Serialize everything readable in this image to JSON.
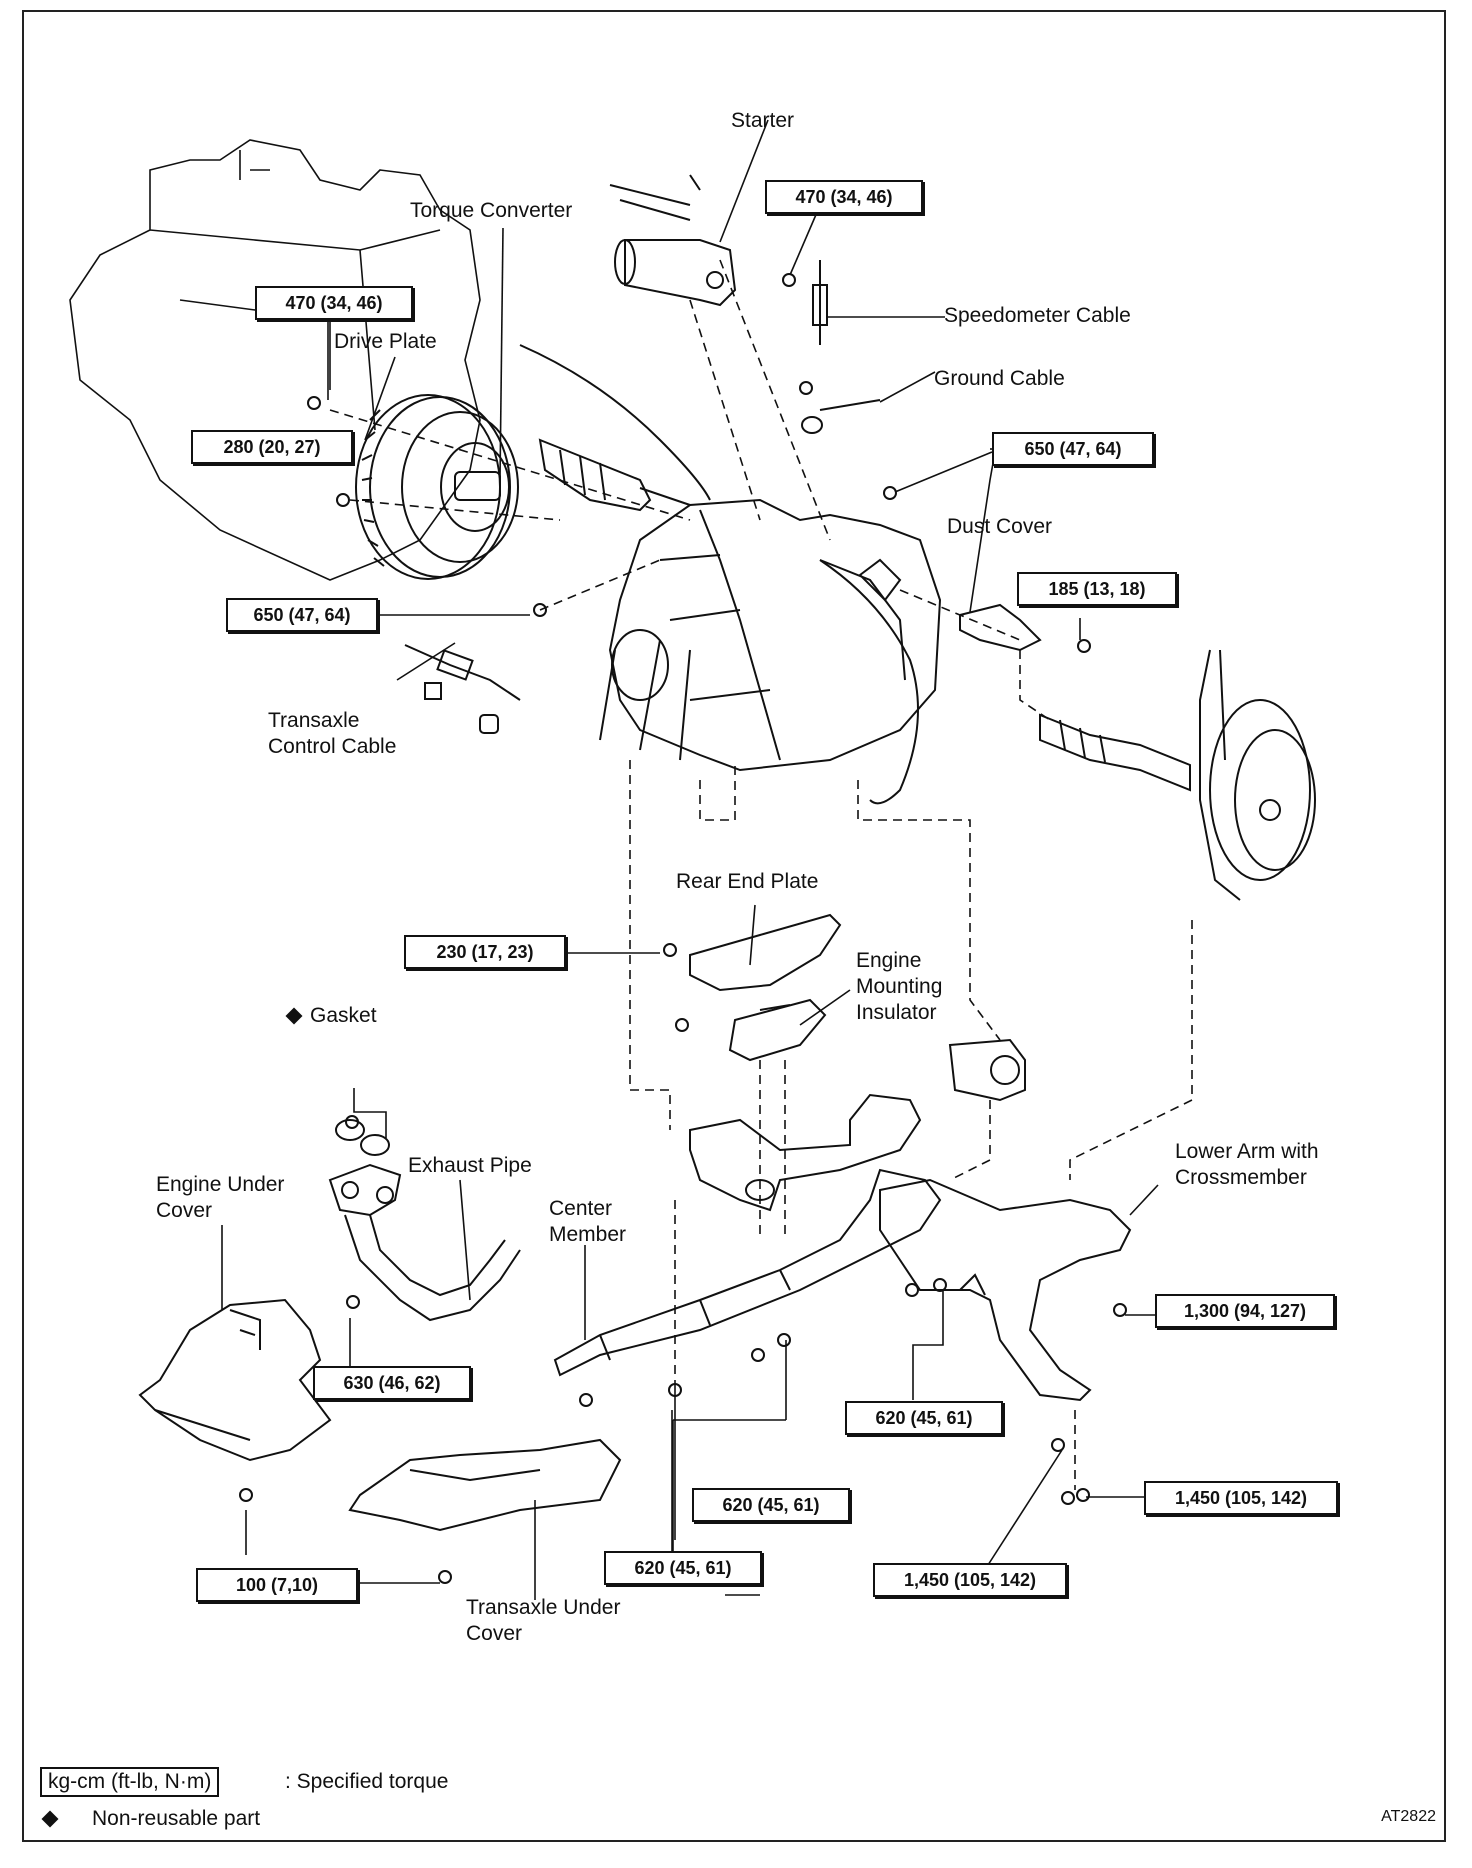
{
  "labels": {
    "starter": "Starter",
    "torque_converter": "Torque Converter",
    "drive_plate": "Drive Plate",
    "speedometer_cable": "Speedometer Cable",
    "ground_cable": "Ground Cable",
    "dust_cover": "Dust Cover",
    "transaxle_control_cable_1": "Transaxle",
    "transaxle_control_cable_2": "Control Cable",
    "rear_end_plate": "Rear End Plate",
    "engine_mounting_insulator_1": "Engine",
    "engine_mounting_insulator_2": "Mounting",
    "engine_mounting_insulator_3": "Insulator",
    "gasket": "Gasket",
    "exhaust_pipe": "Exhaust Pipe",
    "engine_under_cover_1": "Engine Under",
    "engine_under_cover_2": "Cover",
    "center_member_1": "Center",
    "center_member_2": "Member",
    "lower_arm_1": "Lower Arm with",
    "lower_arm_2": "Crossmember",
    "transaxle_under_cover_1": "Transaxle Under",
    "transaxle_under_cover_2": "Cover"
  },
  "torques": {
    "starter_bolt": "470 (34, 46)",
    "drive_plate_bolt": "470 (34, 46)",
    "converter_bolt": "280 (20, 27)",
    "mount_650_right": "650 (47, 64)",
    "mount_650_left": "650 (47, 64)",
    "dust_cover_bolt": "185 (13, 18)",
    "rear_end_plate_bolt": "230 (17, 23)",
    "exhaust_pipe_nut": "630 (46, 62)",
    "lower_arm_bolt": "1,300 (94, 127)",
    "center_member_620_a": "620 (45, 61)",
    "center_member_620_b": "620 (45, 61)",
    "center_member_620_c": "620 (45, 61)",
    "crossmember_nut": "1,450 (105, 142)",
    "crossmember_bolt": "1,450 (105, 142)",
    "under_cover_bolt": "100 (7,10)"
  },
  "legend": {
    "unit_box": "kg-cm (ft-lb, N·m)",
    "unit_desc": ":  Specified torque",
    "nonreusable": "Non-reusable part"
  },
  "figure_code": "AT2822"
}
